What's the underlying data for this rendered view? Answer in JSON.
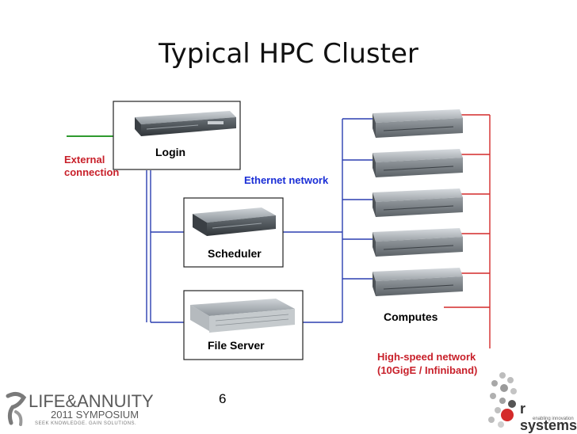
{
  "title": "Typical HPC Cluster",
  "nodes": {
    "login": "Login",
    "scheduler": "Scheduler",
    "file_server": "File Server",
    "computes": "Computes"
  },
  "labels": {
    "external_line1": "External",
    "external_line2": "connection",
    "ethernet": "Ethernet network",
    "highspeed_line1": "High-speed network",
    "highspeed_line2": "(10GigE / Infiniband)"
  },
  "page_number": "6",
  "logos": {
    "left_brand": "LIFE&ANNUITY",
    "left_year": "2011 SYMPOSIUM",
    "left_tagline": "SEEK KNOWLEDGE. GAIN SOLUTIONS.",
    "right_brand": "r systems",
    "right_tagline": "enabling innovation"
  },
  "colors": {
    "ethernet_line": "#2b3fb0",
    "highspeed_line": "#d42a2a",
    "external_line": "#2f9a2f",
    "ethernet_text": "#1a2ed6",
    "highspeed_text": "#c8202a"
  }
}
